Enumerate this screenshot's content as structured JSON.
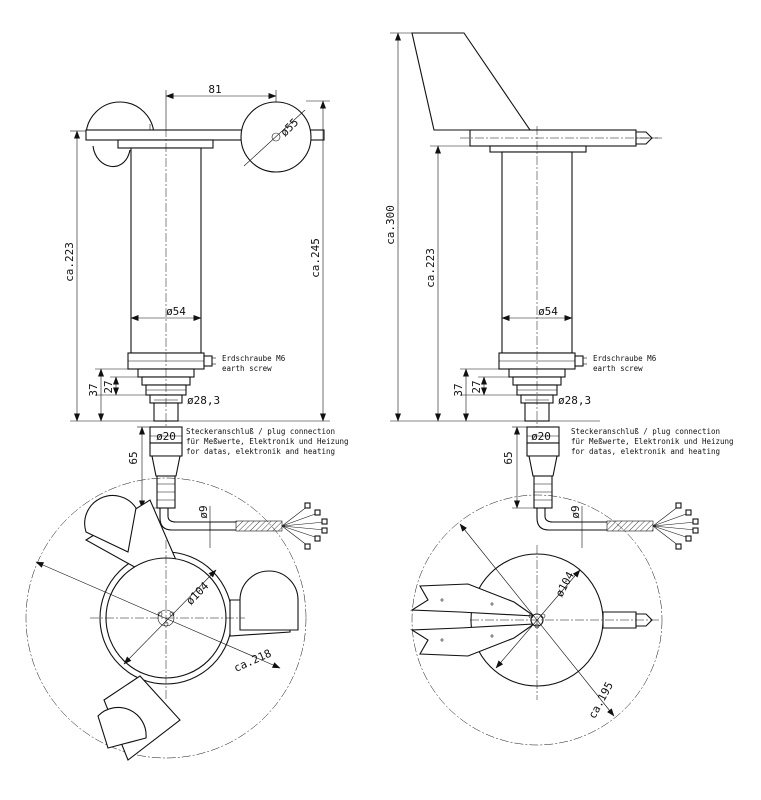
{
  "dims": {
    "cup_spacing": "81",
    "cup_diameter": "ø55",
    "height_cup": "ca.223",
    "height_total_cup": "ca.245",
    "height_vane": "ca.223",
    "height_total_vane": "ca.300",
    "body_diameter": "ø54",
    "d37": "37",
    "d27": "27",
    "thread_diameter": "ø28,3",
    "plug_diameter": "ø20",
    "plug_length": "65",
    "cable_diameter": "ø9",
    "base_diameter": "ø104",
    "cup_sweep": "ca.218",
    "vane_sweep": "ca.195"
  },
  "notes": {
    "earth_screw_de": "Erdschraube M6",
    "earth_screw_en": "earth screw",
    "plug_de_en": "Steckeranschluß / plug connection",
    "plug_detail_de": "für Meßwerte, Elektronik und Heizung",
    "plug_detail_en": "for datas, elektronik and heating"
  }
}
